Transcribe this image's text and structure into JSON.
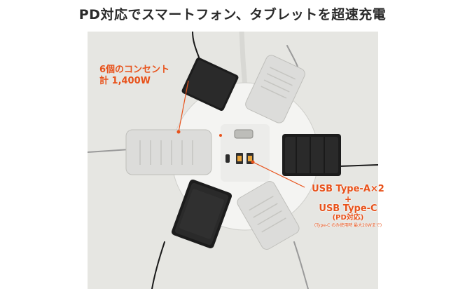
{
  "headline": "PD対応でスマートフォン、タブレットを超速充電",
  "callouts": {
    "outlets_line1": "6個のコンセント",
    "outlets_line2": "計 1,400W",
    "usb_line1": "USB Type-A×2",
    "usb_line2": "+",
    "usb_line3": "USB Type-C",
    "usb_line4": "(PD対応)",
    "usb_note": "(Type-C のみ使用時 最大20Wまで)"
  },
  "colors": {
    "accent": "#e8521b",
    "background": "#e6e6e2",
    "hub": "#f4f4f2",
    "adapter_white": "#dcdcda",
    "adapter_black": "#1c1c1c"
  }
}
